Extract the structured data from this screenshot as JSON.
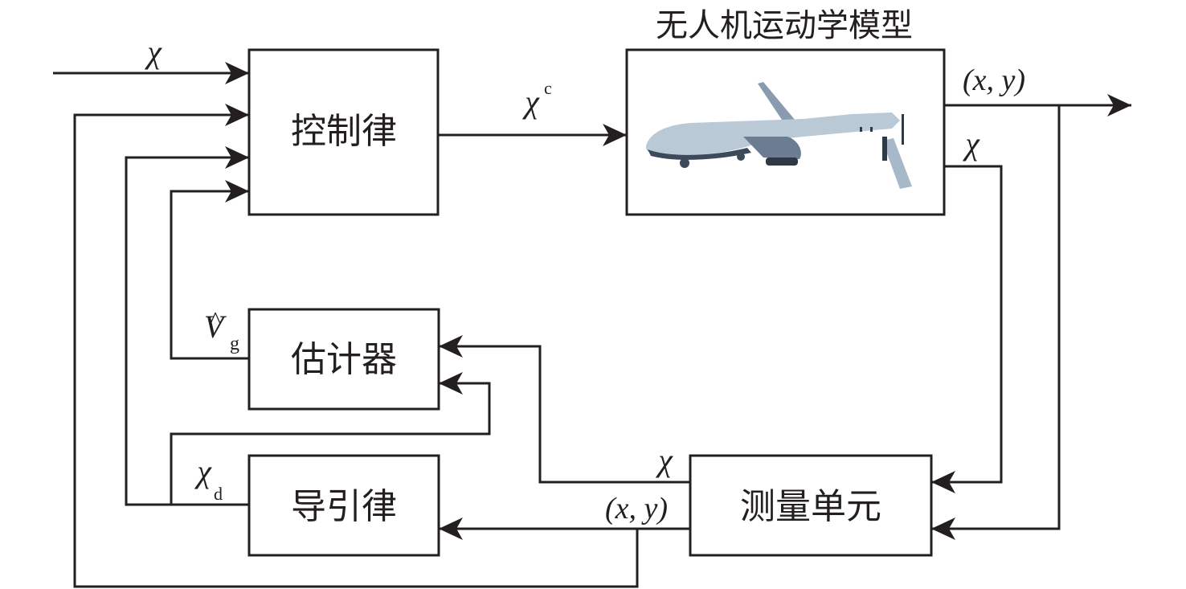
{
  "blocks": {
    "controller": "控制律",
    "uav_model": "无人机运动学模型",
    "estimator": "估计器",
    "guidance": "导引律",
    "measurement": "测量单元"
  },
  "signals": {
    "chi_input": "χ",
    "chi_cmd_base": "χ",
    "chi_cmd_sup": "c",
    "position_out": "(x, y)",
    "chi_out": "χ",
    "vg_hat_base": "V",
    "vg_hat_hat": "^",
    "vg_hat_sub": "g",
    "chi_d_base": "χ",
    "chi_d_sub": "d",
    "chi_meas": "χ",
    "position_meas": "(x, y)"
  },
  "image": {
    "icon": "uav-drone-icon",
    "body_color": "#b9c9d6",
    "shadow_color": "#3d4a5c"
  }
}
